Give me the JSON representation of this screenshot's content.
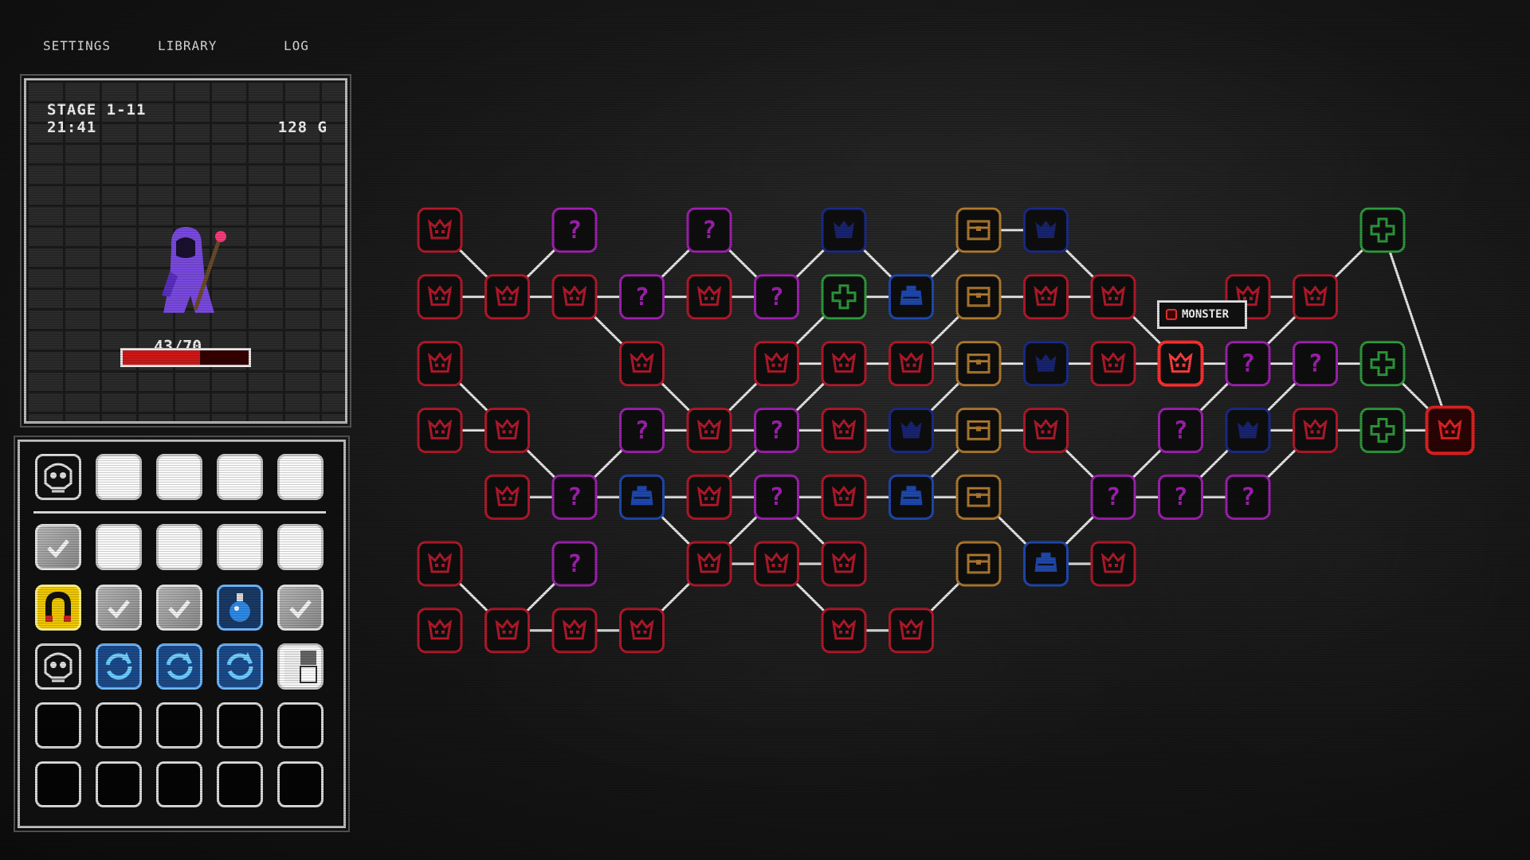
{
  "menu": {
    "settings": "SETTINGS",
    "library": "LIBRARY",
    "log": "LOG"
  },
  "stage": {
    "label": "STAGE 1-11",
    "time": "21:41",
    "gold": "128 G"
  },
  "player": {
    "hp_text": "43/70",
    "hp_current": 43,
    "hp_max": 70
  },
  "tooltip": {
    "label": "MONSTER"
  },
  "inventory": {
    "equipped": [
      "relic-skull",
      "empty",
      "empty",
      "empty",
      "empty"
    ],
    "rows": [
      [
        "checked",
        "empty",
        "empty",
        "empty",
        "empty"
      ],
      [
        "magnet",
        "checked",
        "checked",
        "potion",
        "checked"
      ],
      [
        "relic-skull",
        "refresh",
        "refresh",
        "refresh",
        "split"
      ],
      [
        "locked",
        "locked",
        "locked",
        "locked",
        "locked"
      ],
      [
        "locked",
        "locked",
        "locked",
        "locked",
        "locked"
      ]
    ]
  },
  "node_types": {
    "M": {
      "name": "monster",
      "color": "#b3192b"
    },
    "Q": {
      "name": "mystery",
      "color": "#a020b0"
    },
    "S": {
      "name": "shop",
      "color": "#1f49b0"
    },
    "T": {
      "name": "treasure",
      "color": "#b07a30"
    },
    "H": {
      "name": "heal",
      "color": "#2e9a3c"
    },
    "E": {
      "name": "elite",
      "color": "#1b2b8a"
    },
    "B": {
      "name": "boss",
      "color": "#e02222"
    }
  },
  "map": {
    "columns": 16,
    "rows": 7,
    "nodes": [
      {
        "c": 0,
        "r": 0,
        "t": "M"
      },
      {
        "c": 0,
        "r": 1,
        "t": "M"
      },
      {
        "c": 0,
        "r": 2,
        "t": "M"
      },
      {
        "c": 0,
        "r": 3,
        "t": "M"
      },
      {
        "c": 0,
        "r": 5,
        "t": "M"
      },
      {
        "c": 0,
        "r": 6,
        "t": "M"
      },
      {
        "c": 1,
        "r": 1,
        "t": "M"
      },
      {
        "c": 1,
        "r": 3,
        "t": "M"
      },
      {
        "c": 1,
        "r": 4,
        "t": "M"
      },
      {
        "c": 1,
        "r": 6,
        "t": "M"
      },
      {
        "c": 2,
        "r": 0,
        "t": "Q"
      },
      {
        "c": 2,
        "r": 1,
        "t": "M"
      },
      {
        "c": 2,
        "r": 4,
        "t": "Q"
      },
      {
        "c": 2,
        "r": 5,
        "t": "Q"
      },
      {
        "c": 2,
        "r": 6,
        "t": "M"
      },
      {
        "c": 3,
        "r": 1,
        "t": "Q"
      },
      {
        "c": 3,
        "r": 2,
        "t": "M"
      },
      {
        "c": 3,
        "r": 3,
        "t": "Q"
      },
      {
        "c": 3,
        "r": 4,
        "t": "S"
      },
      {
        "c": 3,
        "r": 6,
        "t": "M"
      },
      {
        "c": 4,
        "r": 0,
        "t": "Q"
      },
      {
        "c": 4,
        "r": 1,
        "t": "M"
      },
      {
        "c": 4,
        "r": 3,
        "t": "M"
      },
      {
        "c": 4,
        "r": 4,
        "t": "M"
      },
      {
        "c": 4,
        "r": 5,
        "t": "M"
      },
      {
        "c": 5,
        "r": 1,
        "t": "Q"
      },
      {
        "c": 5,
        "r": 2,
        "t": "M"
      },
      {
        "c": 5,
        "r": 3,
        "t": "Q"
      },
      {
        "c": 5,
        "r": 4,
        "t": "Q"
      },
      {
        "c": 5,
        "r": 5,
        "t": "M"
      },
      {
        "c": 6,
        "r": 0,
        "t": "E"
      },
      {
        "c": 6,
        "r": 1,
        "t": "H"
      },
      {
        "c": 6,
        "r": 2,
        "t": "M"
      },
      {
        "c": 6,
        "r": 3,
        "t": "M"
      },
      {
        "c": 6,
        "r": 4,
        "t": "M"
      },
      {
        "c": 6,
        "r": 5,
        "t": "M"
      },
      {
        "c": 6,
        "r": 6,
        "t": "M"
      },
      {
        "c": 7,
        "r": 1,
        "t": "S"
      },
      {
        "c": 7,
        "r": 2,
        "t": "M"
      },
      {
        "c": 7,
        "r": 3,
        "t": "E"
      },
      {
        "c": 7,
        "r": 4,
        "t": "S"
      },
      {
        "c": 7,
        "r": 6,
        "t": "M"
      },
      {
        "c": 8,
        "r": 0,
        "t": "T"
      },
      {
        "c": 8,
        "r": 1,
        "t": "T"
      },
      {
        "c": 8,
        "r": 2,
        "t": "T"
      },
      {
        "c": 8,
        "r": 3,
        "t": "T"
      },
      {
        "c": 8,
        "r": 4,
        "t": "T"
      },
      {
        "c": 8,
        "r": 5,
        "t": "T"
      },
      {
        "c": 9,
        "r": 0,
        "t": "E"
      },
      {
        "c": 9,
        "r": 1,
        "t": "M"
      },
      {
        "c": 9,
        "r": 2,
        "t": "E"
      },
      {
        "c": 9,
        "r": 3,
        "t": "M"
      },
      {
        "c": 9,
        "r": 5,
        "t": "S"
      },
      {
        "c": 10,
        "r": 1,
        "t": "M"
      },
      {
        "c": 10,
        "r": 2,
        "t": "M"
      },
      {
        "c": 10,
        "r": 4,
        "t": "Q"
      },
      {
        "c": 10,
        "r": 5,
        "t": "M"
      },
      {
        "c": 11,
        "r": 2,
        "t": "M",
        "active": true
      },
      {
        "c": 11,
        "r": 3,
        "t": "Q"
      },
      {
        "c": 11,
        "r": 4,
        "t": "Q"
      },
      {
        "c": 12,
        "r": 1,
        "t": "M"
      },
      {
        "c": 12,
        "r": 2,
        "t": "Q"
      },
      {
        "c": 12,
        "r": 3,
        "t": "E"
      },
      {
        "c": 12,
        "r": 4,
        "t": "Q"
      },
      {
        "c": 13,
        "r": 1,
        "t": "M"
      },
      {
        "c": 13,
        "r": 2,
        "t": "Q"
      },
      {
        "c": 13,
        "r": 3,
        "t": "M"
      },
      {
        "c": 14,
        "r": 0,
        "t": "H"
      },
      {
        "c": 14,
        "r": 2,
        "t": "H"
      },
      {
        "c": 14,
        "r": 3,
        "t": "H"
      },
      {
        "c": 15,
        "r": 3,
        "t": "B"
      }
    ],
    "edges": [
      [
        0,
        0,
        1,
        1
      ],
      [
        0,
        1,
        1,
        1
      ],
      [
        1,
        1,
        2,
        0
      ],
      [
        1,
        1,
        2,
        1
      ],
      [
        2,
        1,
        3,
        1
      ],
      [
        2,
        1,
        3,
        2
      ],
      [
        3,
        1,
        4,
        0
      ],
      [
        3,
        1,
        4,
        1
      ],
      [
        4,
        0,
        5,
        1
      ],
      [
        4,
        1,
        5,
        1
      ],
      [
        5,
        1,
        6,
        0
      ],
      [
        6,
        0,
        7,
        1
      ],
      [
        6,
        1,
        7,
        1
      ],
      [
        7,
        1,
        8,
        0
      ],
      [
        8,
        0,
        9,
        0
      ],
      [
        8,
        1,
        9,
        1
      ],
      [
        9,
        0,
        10,
        1
      ],
      [
        9,
        1,
        10,
        1
      ],
      [
        10,
        1,
        11,
        2
      ],
      [
        0,
        2,
        1,
        3
      ],
      [
        1,
        3,
        2,
        4
      ],
      [
        2,
        4,
        3,
        4
      ],
      [
        2,
        4,
        3,
        3
      ],
      [
        3,
        3,
        4,
        3
      ],
      [
        4,
        3,
        5,
        3
      ],
      [
        3,
        2,
        4,
        3
      ],
      [
        4,
        3,
        5,
        2
      ],
      [
        5,
        2,
        6,
        2
      ],
      [
        5,
        2,
        6,
        1
      ],
      [
        6,
        2,
        7,
        2
      ],
      [
        7,
        2,
        8,
        2
      ],
      [
        7,
        2,
        8,
        1
      ],
      [
        8,
        2,
        9,
        2
      ],
      [
        9,
        2,
        10,
        2
      ],
      [
        10,
        2,
        11,
        2
      ],
      [
        0,
        3,
        1,
        3
      ],
      [
        1,
        4,
        2,
        4
      ],
      [
        3,
        4,
        4,
        4
      ],
      [
        4,
        4,
        5,
        4
      ],
      [
        4,
        4,
        5,
        3
      ],
      [
        5,
        3,
        6,
        3
      ],
      [
        5,
        3,
        6,
        2
      ],
      [
        5,
        4,
        6,
        4
      ],
      [
        5,
        4,
        6,
        5
      ],
      [
        6,
        3,
        7,
        3
      ],
      [
        7,
        3,
        8,
        3
      ],
      [
        7,
        3,
        8,
        2
      ],
      [
        8,
        3,
        9,
        3
      ],
      [
        9,
        3,
        10,
        4
      ],
      [
        10,
        4,
        11,
        4
      ],
      [
        10,
        4,
        11,
        3
      ],
      [
        11,
        3,
        12,
        2
      ],
      [
        11,
        4,
        12,
        4
      ],
      [
        11,
        2,
        12,
        2
      ],
      [
        6,
        4,
        7,
        4
      ],
      [
        7,
        4,
        8,
        4
      ],
      [
        7,
        4,
        8,
        3
      ],
      [
        8,
        4,
        9,
        5
      ],
      [
        9,
        5,
        10,
        5
      ],
      [
        9,
        5,
        10,
        4
      ],
      [
        5,
        5,
        6,
        6
      ],
      [
        4,
        5,
        5,
        5
      ],
      [
        4,
        5,
        5,
        4
      ],
      [
        3,
        4,
        4,
        5
      ],
      [
        0,
        5,
        1,
        6
      ],
      [
        1,
        6,
        2,
        6
      ],
      [
        2,
        6,
        3,
        6
      ],
      [
        3,
        6,
        4,
        5
      ],
      [
        2,
        5,
        1,
        6
      ],
      [
        2,
        5,
        2,
        5
      ],
      [
        6,
        6,
        7,
        6
      ],
      [
        7,
        6,
        8,
        5
      ],
      [
        5,
        5,
        6,
        5
      ],
      [
        12,
        2,
        13,
        2
      ],
      [
        13,
        2,
        14,
        2
      ],
      [
        12,
        1,
        13,
        1
      ],
      [
        13,
        1,
        14,
        0
      ],
      [
        12,
        2,
        13,
        1
      ],
      [
        12,
        3,
        13,
        2
      ],
      [
        12,
        3,
        13,
        3
      ],
      [
        13,
        3,
        14,
        3
      ],
      [
        11,
        4,
        12,
        3
      ],
      [
        12,
        4,
        13,
        3
      ],
      [
        14,
        0,
        15,
        3
      ],
      [
        14,
        3,
        15,
        3
      ],
      [
        14,
        2,
        15,
        3
      ]
    ]
  }
}
